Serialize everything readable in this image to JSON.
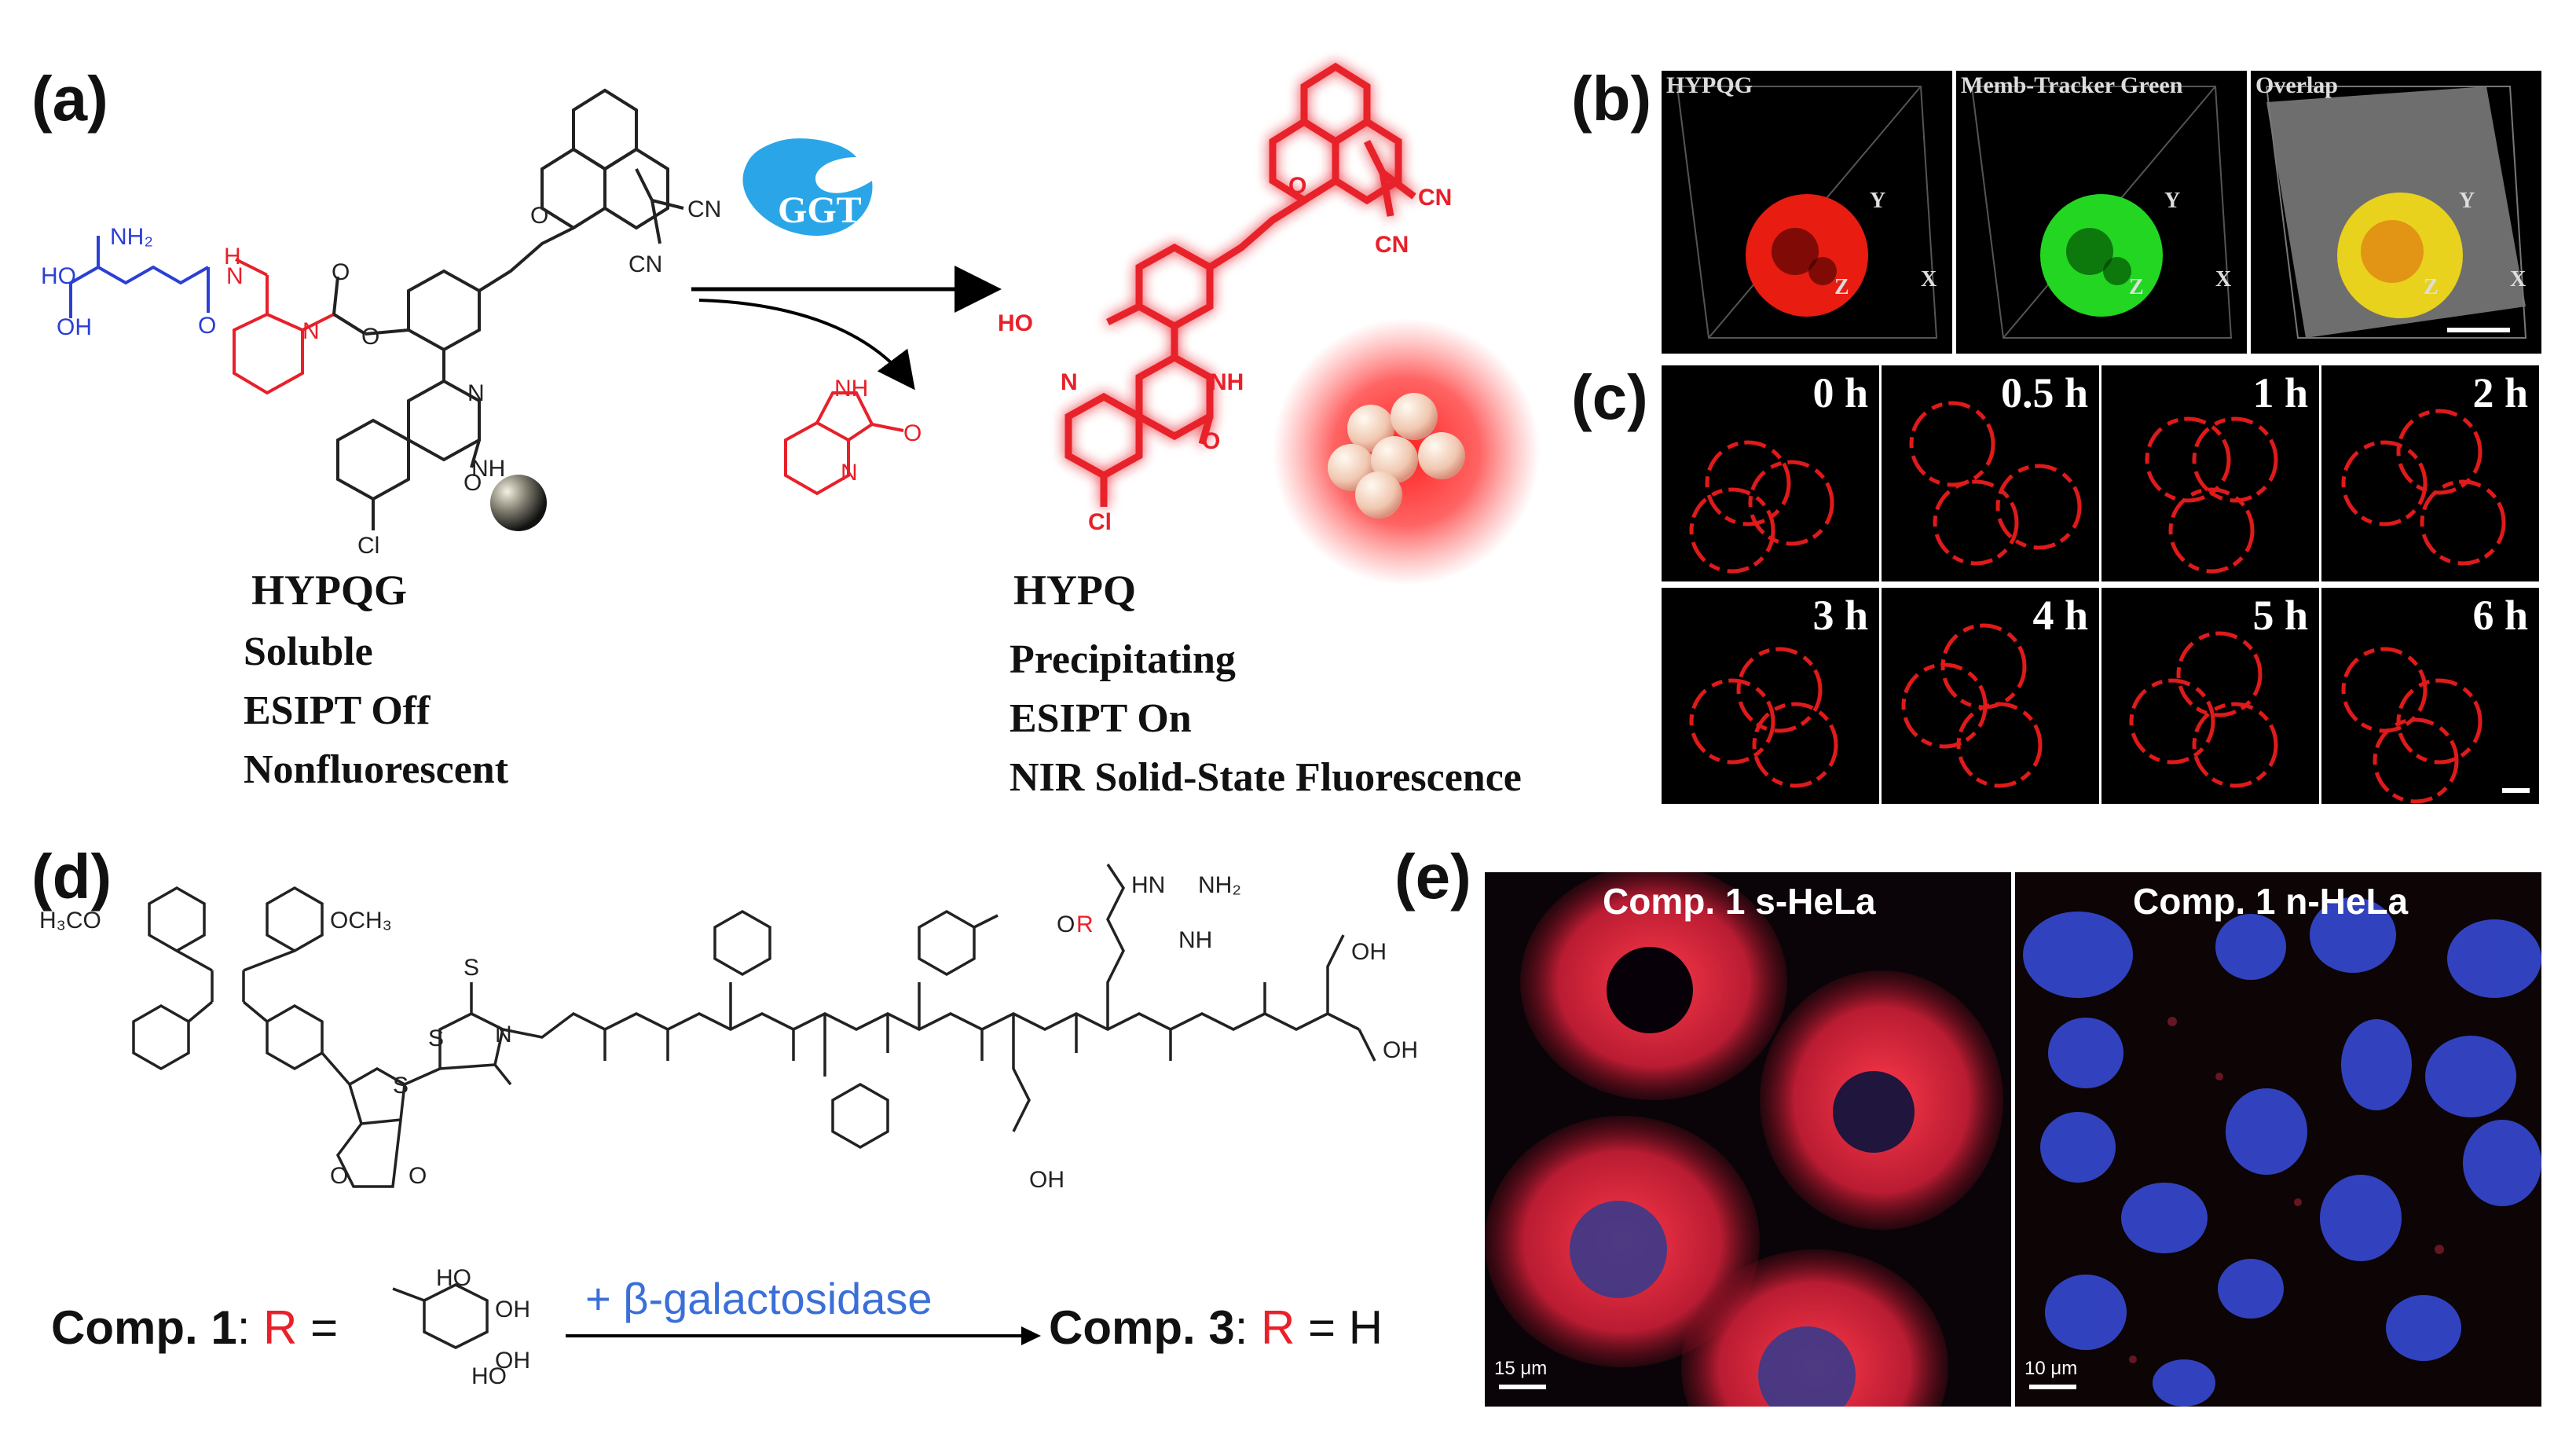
{
  "panels": {
    "a": "(a)",
    "b": "(b)",
    "c": "(c)",
    "d": "(d)",
    "e": "(e)"
  },
  "panel_a": {
    "enzyme": "GGT",
    "left_name": "HYPQG",
    "left_props": [
      "Soluble",
      "ESIPT Off",
      "Nonfluorescent"
    ],
    "right_name": "HYPQ",
    "right_props": [
      "Precipitating",
      "ESIPT On",
      "NIR Solid-State Fluorescence"
    ],
    "atoms": {
      "nh2": "NH₂",
      "ho": "HO",
      "oh": "OH",
      "o": "O",
      "n": "N",
      "h": "H",
      "nh": "NH",
      "cn": "CN",
      "cl": "Cl"
    }
  },
  "panel_b": {
    "titles": [
      "HYPQG",
      "Memb-Tracker Green",
      "Overlap"
    ],
    "axes": [
      "Y",
      "Z",
      "X"
    ]
  },
  "panel_c": {
    "times": [
      "0 h",
      "0.5 h",
      "1 h",
      "2 h",
      "3 h",
      "4 h",
      "5 h",
      "6 h"
    ]
  },
  "panel_d": {
    "comp1": "Comp. 1",
    "r_eq": "R =",
    "reagent": "+ β-galactosidase",
    "comp3": "Comp. 3",
    "r_h": "R = H",
    "atoms": {
      "h3co": "H₃CO",
      "och3": "OCH₃",
      "s": "S",
      "nh2": "NH₂",
      "hn": "HN",
      "nh": "NH",
      "oh": "OH",
      "r": "R",
      "o": "O",
      "n": "N",
      "h": "H",
      "ho": "HO"
    }
  },
  "panel_e": {
    "left_title": "Comp. 1 s-HeLa",
    "right_title": "Comp. 1 n-HeLa",
    "left_scale": "15 μm",
    "right_scale": "10 μm"
  },
  "colors": {
    "red": "#e8202a",
    "blue": "#2b3fd6",
    "green": "#1ec81e",
    "reagent_blue": "#3a6fd8"
  }
}
